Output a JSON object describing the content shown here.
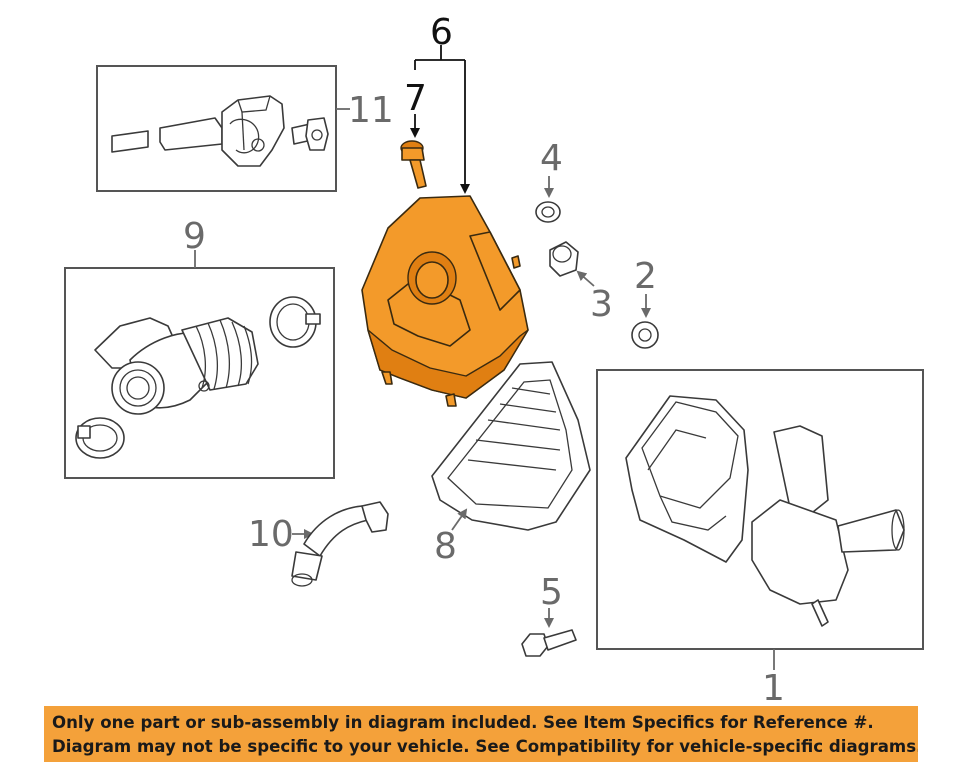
{
  "callouts": {
    "c1": "1",
    "c2": "2",
    "c3": "3",
    "c4": "4",
    "c5": "5",
    "c6": "6",
    "c7": "7",
    "c8": "8",
    "c9": "9",
    "c10": "10",
    "c11": "11"
  },
  "banner": {
    "line1": "Only one part or sub-assembly in diagram included. See Item Specifics for Reference #.",
    "line2": "Diagram may not be specific to your vehicle. See Compatibility for vehicle-specific diagrams."
  },
  "colors": {
    "highlight_part": "#f39a2a",
    "banner_background": "#f4a13a",
    "line_art": "#3a3a3a"
  }
}
